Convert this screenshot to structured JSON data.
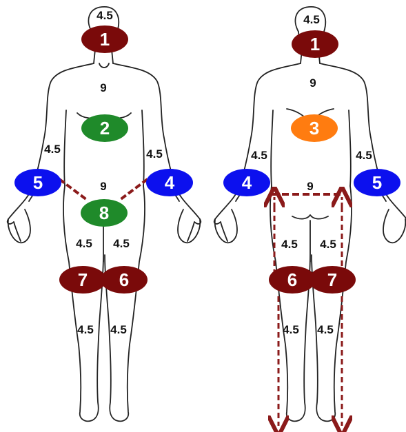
{
  "colors": {
    "maroon": "#7a0a0a",
    "green": "#1f8a2a",
    "blue": "#0c10ee",
    "orange": "#ff7c10",
    "dash": "#8b1a1a"
  },
  "front": {
    "percents": {
      "head": "4.5",
      "chest": "9",
      "abdomen": "9",
      "right_arm": "4.5",
      "left_arm": "4.5",
      "right_thigh": "4.5",
      "left_thigh": "4.5",
      "right_leg": "4.5",
      "left_leg": "4.5"
    },
    "markers": {
      "neck": "1",
      "chest": "2",
      "right_arm": "5",
      "left_arm": "4",
      "groin": "8",
      "right_knee": "7",
      "left_knee": "6"
    }
  },
  "back": {
    "percents": {
      "head": "4.5",
      "upper_back": "9",
      "lower_back": "9",
      "left_arm": "4.5",
      "right_arm": "4.5",
      "left_thigh": "4.5",
      "right_thigh": "4.5",
      "left_leg": "4.5",
      "right_leg": "4.5"
    },
    "markers": {
      "neck": "1",
      "back": "3",
      "left_arm": "4",
      "right_arm": "5",
      "left_knee": "6",
      "right_knee": "7"
    }
  }
}
